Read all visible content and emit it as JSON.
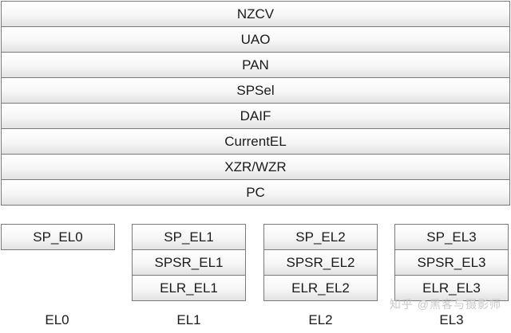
{
  "shared_registers": [
    "NZCV",
    "UAO",
    "PAN",
    "SPSel",
    "DAIF",
    "CurrentEL",
    "XZR/WZR",
    "PC"
  ],
  "exception_levels": [
    {
      "label": "EL0",
      "registers": [
        "SP_EL0"
      ]
    },
    {
      "label": "EL1",
      "registers": [
        "SP_EL1",
        "SPSR_EL1",
        "ELR_EL1"
      ]
    },
    {
      "label": "EL2",
      "registers": [
        "SP_EL2",
        "SPSR_EL2",
        "ELR_EL2"
      ]
    },
    {
      "label": "EL3",
      "registers": [
        "SP_EL3",
        "SPSR_EL3",
        "ELR_EL3"
      ]
    }
  ],
  "watermark": "知乎 @黑客与摄影师"
}
